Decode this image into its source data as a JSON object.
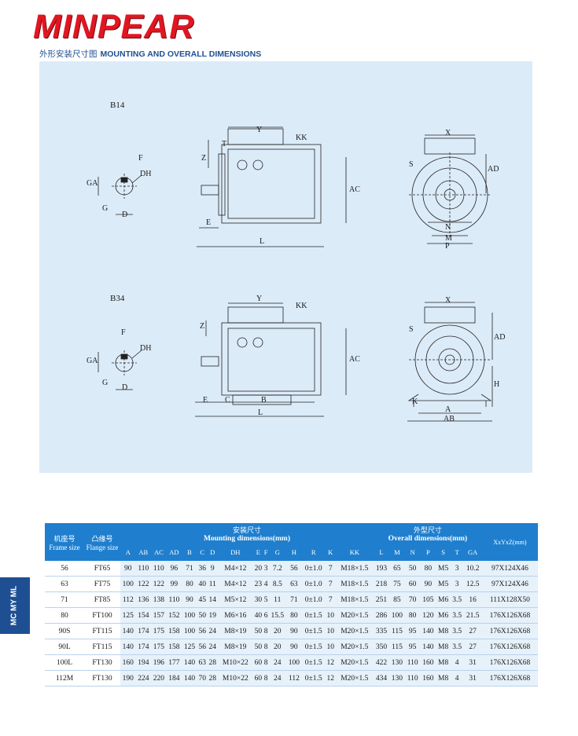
{
  "brand": {
    "name": "MINPEAR"
  },
  "subtitle": {
    "cn": "外形安装尺寸图",
    "en": "MOUNTING AND OVERALL DIMENSIONS"
  },
  "diagrams": {
    "b14": {
      "title": "B14"
    },
    "b34": {
      "title": "B34"
    },
    "labels": {
      "F": "F",
      "GA": "GA",
      "G": "G",
      "D": "D",
      "DH": "DH",
      "Y": "Y",
      "KK": "KK",
      "T": "T",
      "Z": "Z",
      "AC": "AC",
      "E": "E",
      "L": "L",
      "X": "X",
      "AD": "AD",
      "N": "N",
      "M": "M",
      "P": "P",
      "S": "S",
      "C": "C",
      "B": "B",
      "H": "H",
      "A": "A",
      "AB": "AB",
      "K": "K"
    }
  },
  "side_tab": {
    "text": "MC MY ML"
  },
  "table": {
    "group_headers": {
      "frame_cn": "机座号",
      "frame_en": "Frame size",
      "flange_cn": "凸缘号",
      "flange_en": "Flange size",
      "mounting_cn": "安装尺寸",
      "mounting_en": "Mounting dimensions(mm)",
      "overall_cn": "外型尺寸",
      "overall_en": "Overall  dimensions(mm)",
      "xyz": "XxYxZ(mm)"
    },
    "columns": [
      "A",
      "AB",
      "AC",
      "AD",
      "B",
      "C",
      "D",
      "DH",
      "E",
      "F",
      "G",
      "H",
      "R",
      "K",
      "KK",
      "L",
      "M",
      "N",
      "P",
      "S",
      "T",
      "GA"
    ],
    "rows": [
      [
        "56",
        "FT65",
        "90",
        "110",
        "110",
        "96",
        "71",
        "36",
        "9",
        "M4×12",
        "20",
        "3",
        "7.2",
        "56",
        "0±1.0",
        "7",
        "M18×1.5",
        "193",
        "65",
        "50",
        "80",
        "M5",
        "3",
        "10.2",
        "97X124X46"
      ],
      [
        "63",
        "FT75",
        "100",
        "122",
        "122",
        "99",
        "80",
        "40",
        "11",
        "M4×12",
        "23",
        "4",
        "8.5",
        "63",
        "0±1.0",
        "7",
        "M18×1.5",
        "218",
        "75",
        "60",
        "90",
        "M5",
        "3",
        "12.5",
        "97X124X46"
      ],
      [
        "71",
        "FT85",
        "112",
        "136",
        "138",
        "110",
        "90",
        "45",
        "14",
        "M5×12",
        "30",
        "5",
        "11",
        "71",
        "0±1.0",
        "7",
        "M18×1.5",
        "251",
        "85",
        "70",
        "105",
        "M6",
        "3.5",
        "16",
        "111X128X50"
      ],
      [
        "80",
        "FT100",
        "125",
        "154",
        "157",
        "152",
        "100",
        "50",
        "19",
        "M6×16",
        "40",
        "6",
        "15.5",
        "80",
        "0±1.5",
        "10",
        "M20×1.5",
        "286",
        "100",
        "80",
        "120",
        "M6",
        "3.5",
        "21.5",
        "176X126X68"
      ],
      [
        "90S",
        "FT115",
        "140",
        "174",
        "175",
        "158",
        "100",
        "56",
        "24",
        "M8×19",
        "50",
        "8",
        "20",
        "90",
        "0±1.5",
        "10",
        "M20×1.5",
        "335",
        "115",
        "95",
        "140",
        "M8",
        "3.5",
        "27",
        "176X126X68"
      ],
      [
        "90L",
        "FT115",
        "140",
        "174",
        "175",
        "158",
        "125",
        "56",
        "24",
        "M8×19",
        "50",
        "8",
        "20",
        "90",
        "0±1.5",
        "10",
        "M20×1.5",
        "350",
        "115",
        "95",
        "140",
        "M8",
        "3.5",
        "27",
        "176X126X68"
      ],
      [
        "100L",
        "FT130",
        "160",
        "194",
        "196",
        "177",
        "140",
        "63",
        "28",
        "M10×22",
        "60",
        "8",
        "24",
        "100",
        "0±1.5",
        "12",
        "M20×1.5",
        "422",
        "130",
        "110",
        "160",
        "M8",
        "4",
        "31",
        "176X126X68"
      ],
      [
        "112M",
        "FT130",
        "190",
        "224",
        "220",
        "184",
        "140",
        "70",
        "28",
        "M10×22",
        "60",
        "8",
        "24",
        "112",
        "0±1.5",
        "12",
        "M20×1.5",
        "434",
        "130",
        "110",
        "160",
        "M8",
        "4",
        "31",
        "176X126X68"
      ]
    ]
  }
}
